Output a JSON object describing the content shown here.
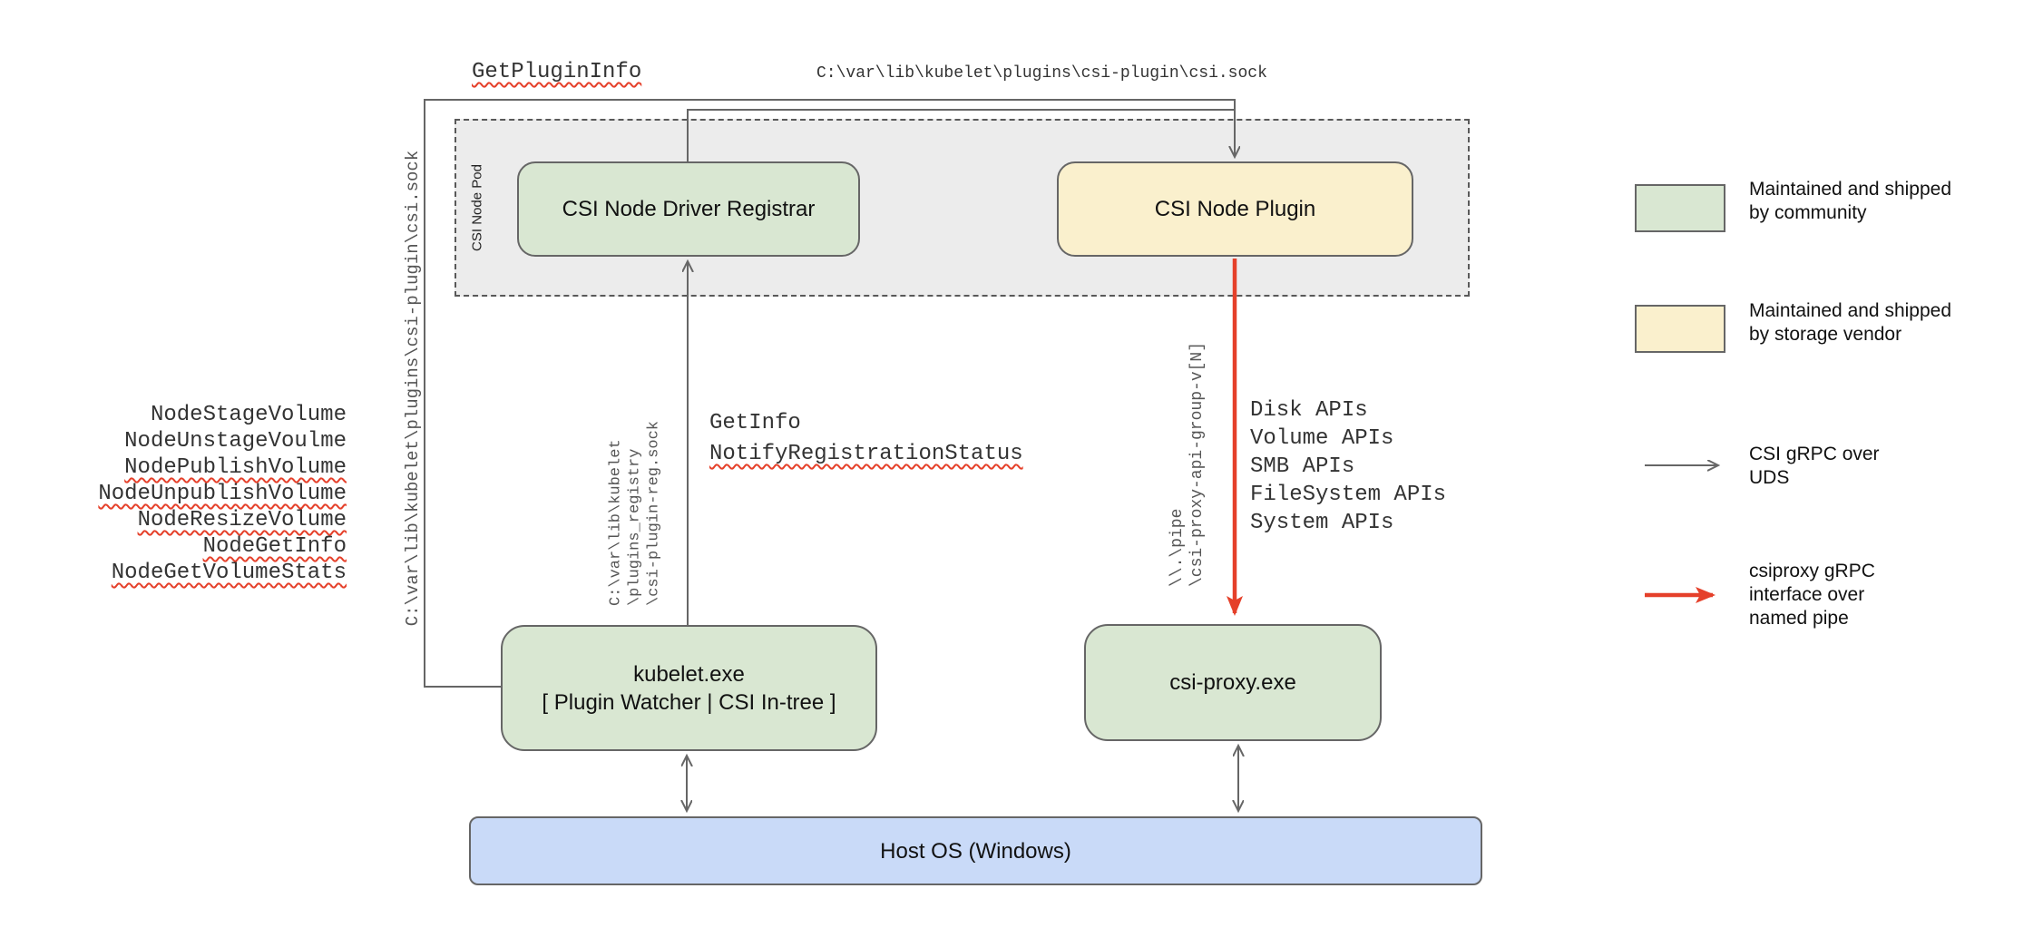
{
  "diagram": {
    "pod_label": "CSI Node Pod",
    "nodes": {
      "registrar": "CSI Node Driver Registrar",
      "plugin": "CSI Node Plugin",
      "kubelet_line1": "kubelet.exe",
      "kubelet_line2": "[ Plugin Watcher | CSI In-tree ]",
      "proxy": "csi-proxy.exe",
      "host": "Host OS (Windows)"
    },
    "calls": {
      "get_plugin_info": "GetPluginInfo",
      "get_info": "GetInfo",
      "notify_registration_status": "NotifyRegistrationStatus",
      "node_calls": [
        "NodeStageVolume",
        "NodeUnstageVoulme",
        "NodePublishVolume",
        "NodeUnpublishVolume",
        "NodeResizeVolume",
        "NodeGetInfo",
        "NodeGetVolumeStats"
      ],
      "api_groups": [
        "Disk APIs",
        "Volume APIs",
        "SMB APIs",
        "FileSystem APIs",
        "System APIs"
      ]
    },
    "paths": {
      "csi_sock_top": "C:\\var\\lib\\kubelet\\plugins\\csi-plugin\\csi.sock",
      "csi_sock_left": "C:\\var\\lib\\kubelet\\plugins\\csi-plugin\\csi.sock",
      "registry_sock_lines": [
        "C:\\var\\lib\\kubelet",
        "\\plugins_registry",
        "\\csi-plugin-reg.sock"
      ],
      "named_pipe_lines": [
        "\\\\.\\pipe",
        "\\csi-proxy-api-group-v[N]"
      ]
    },
    "legend": {
      "community": {
        "lines": [
          "Maintained and shipped",
          "by community"
        ]
      },
      "vendor": {
        "lines": [
          "Maintained and shipped",
          "by storage vendor"
        ]
      },
      "uds": {
        "lines": [
          "CSI gRPC over",
          "UDS"
        ]
      },
      "pipe": {
        "lines": [
          "csiproxy gRPC",
          "interface over",
          "named pipe"
        ]
      }
    },
    "colors": {
      "community_fill": "#d9e7d2",
      "vendor_fill": "#faf0cd",
      "host_fill": "#c9daf8",
      "pod_fill": "#ececec",
      "wire_gray": "#666666",
      "pipe_red": "#e5402a",
      "squiggle_red": "#e5402a"
    }
  }
}
